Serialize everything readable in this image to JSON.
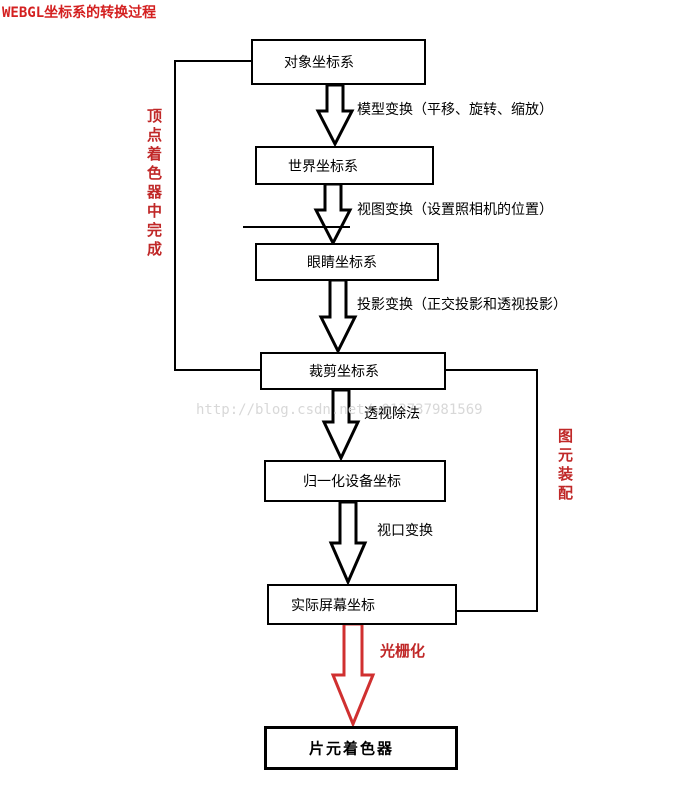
{
  "title": "WEBGL坐标系的转换过程",
  "boxes": {
    "object": "对象坐标系",
    "world": "世界坐标系",
    "eye": "眼睛坐标系",
    "clip": "裁剪坐标系",
    "ndc": "归一化设备坐标",
    "screen": "实际屏幕坐标",
    "fragment": "片元着色器"
  },
  "steps": {
    "model": "模型变换（平移、旋转、缩放）",
    "view": "视图变换（设置照相机的位置）",
    "projection": "投影变换（正交投影和透视投影）",
    "perspective_divide": "透视除法",
    "viewport": "视口变换"
  },
  "labels": {
    "vertex_shader": "顶点着色器中完成",
    "primitive_assembly": "图元装配",
    "rasterization": "光栅化"
  },
  "watermark": "http://blog.csdn.net/u013737981569",
  "colors": {
    "title": "#d42020",
    "label": "#c02828",
    "raster_arrow": "#d03030",
    "line": "#000000"
  }
}
